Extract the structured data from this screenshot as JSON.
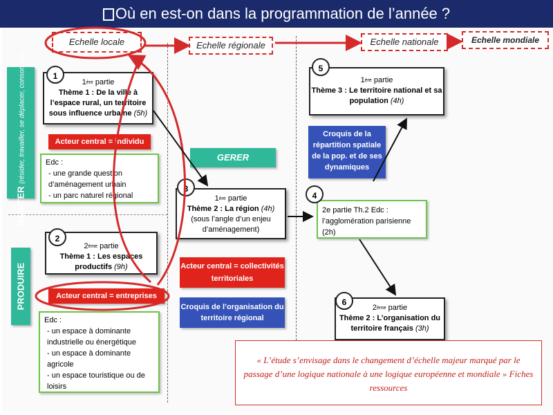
{
  "title": "Où en est-on dans la programmation de l’année ?",
  "scales": {
    "locale": "Echelle locale",
    "regionale": "Echelle régionale",
    "nationale": "Echelle nationale",
    "mondiale": "Echelle mondiale"
  },
  "themes": {
    "habiter": "HABITER",
    "habiter_sub": "(résider, travailler, se déplacer, consommer, …)",
    "produire": "PRODUIRE",
    "gerer": "GERER"
  },
  "boxes": {
    "b1": {
      "num": "1",
      "part_num": "1",
      "part_sup": "ère",
      "part_rest": " partie",
      "theme": "Thème 1 : De la ville à l’espace rural, un territoire sous influence urbaine",
      "dur": "(5h)"
    },
    "b2": {
      "num": "2",
      "part_num": "2",
      "part_sup": "ème",
      "part_rest": " partie",
      "theme": "Thème 1 : Les espaces productifs",
      "dur": "(9h)"
    },
    "b3": {
      "num": "3",
      "part_num": "1",
      "part_sup": "ère",
      "part_rest": " partie",
      "theme": "Thème 2 : La région",
      "dur": "(4h)",
      "extra": "(sous l’angle d’un enjeu d’aménagement)"
    },
    "b4": {
      "num": "4",
      "line1": "2e partie Th.2 Edc :",
      "line2": "l’agglomération parisienne",
      "line3": "(2h)"
    },
    "b5": {
      "num": "5",
      "part_num": "1",
      "part_sup": "ère",
      "part_rest": " partie",
      "theme": "Thème 3 : Le territoire national et sa population",
      "dur": "(4h)"
    },
    "b6": {
      "num": "6",
      "part_num": "2",
      "part_sup": "ème",
      "part_rest": " partie",
      "theme": "Thème 2 : L’organisation du territoire français",
      "dur": "(3h)"
    }
  },
  "actors": {
    "individu": "Acteur central = individu",
    "entreprises": "Acteur central = entreprises",
    "collectivites": "Acteur central = collectivités territoriales"
  },
  "croquis": {
    "regional": "Croquis de l’organisation du territoire régional",
    "spatiale": "Croquis de la répartition spatiale de la pop. et de ses dynamiques"
  },
  "edc_habiter": {
    "title": "Edc :",
    "items": [
      "- une grande question d’aménagement urbain",
      "- un parc naturel régional"
    ]
  },
  "edc_produire": {
    "title": "Edc :",
    "items": [
      "- un espace à dominante industrielle ou énergétique",
      "- un espace à dominante agricole",
      "- un espace touristique ou de loisirs"
    ]
  },
  "quote": "« L’étude s’envisage dans le changement d’échelle majeur marqué par le passage d’une logique nationale à une logique européenne et mondiale » Fiches ressources",
  "colors": {
    "title_bg": "#1b2a6b",
    "red": "#d42a2a",
    "green": "#6cc24a",
    "teal": "#2fb99a",
    "blue": "#3552b8"
  }
}
